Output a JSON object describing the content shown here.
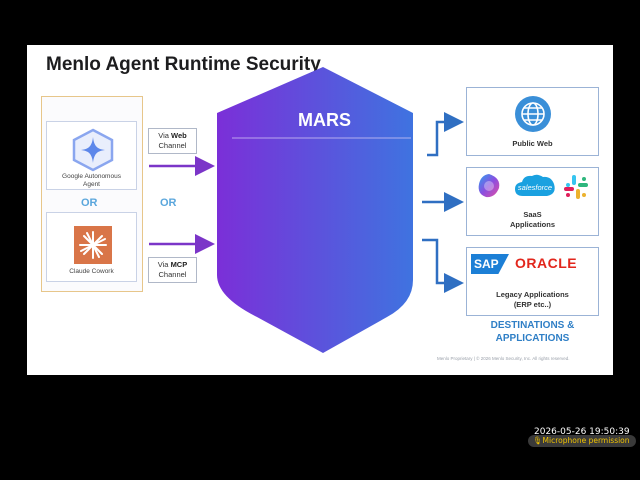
{
  "slide": {
    "title": "Menlo Agent Runtime Security"
  },
  "agents": {
    "google": {
      "label_line1": "Google Autonomous",
      "label_line2": "Agent"
    },
    "claude": {
      "label": "Claude Cowork"
    },
    "or_label": "OR",
    "middle_or_label": "OR"
  },
  "channels": {
    "web": {
      "prefix": "Via",
      "bold": "Web",
      "suffix": "Channel"
    },
    "mcp": {
      "prefix": "Via",
      "bold": "MCP",
      "suffix": "Channel"
    }
  },
  "mars": {
    "label": "MARS"
  },
  "destinations": {
    "web": {
      "label": "Public Web"
    },
    "saas": {
      "label_line1": "SaaS",
      "label_line2": "Applications",
      "salesforce_text": "salesforce"
    },
    "legacy": {
      "label_line1": "Legacy Applications",
      "label_line2": "(ERP etc..)",
      "sap_text": "SAP",
      "oracle_text": "ORACLE"
    },
    "heading_line1": "DESTINATIONS &",
    "heading_line2": "APPLICATIONS"
  },
  "footer": {
    "note": "Menlo Proprietary | © 2026 Menlo Security, Inc. All rights reserved."
  },
  "overlay": {
    "timestamp": "2026-05-26  19:50:39",
    "mic_permission": "Microphone permission"
  },
  "colors": {
    "shield_left": "#7b2fd8",
    "shield_right": "#3f73e0",
    "arrow_purple": "#7b35c8",
    "arrow_blue": "#2f6fc2",
    "accent_blue": "#2f7fc6",
    "oracle_red": "#e2261c",
    "sap_blue": "#1c7fd6"
  },
  "icons": [
    "sparkle-icon",
    "claude-burst-icon",
    "globe-icon",
    "copilot-icon",
    "salesforce-cloud-icon",
    "slack-icon"
  ]
}
